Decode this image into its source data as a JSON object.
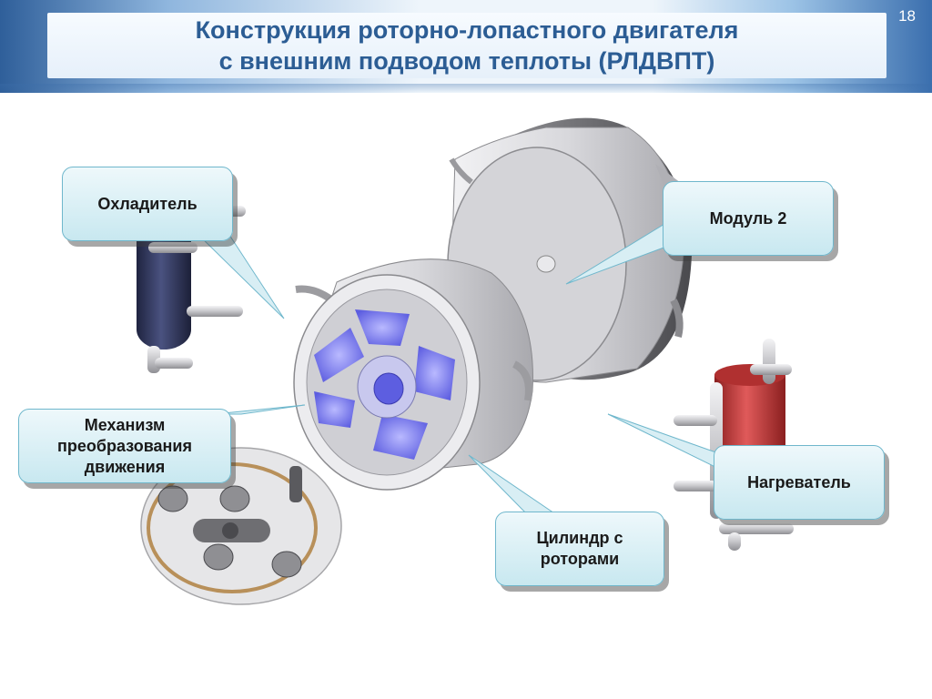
{
  "slide": {
    "title_line1": "Конструкция роторно-лопастного двигателя",
    "title_line2": "с внешним подводом теплоты (РЛДВПТ)",
    "page_number": "18"
  },
  "labels": {
    "cooler": "Охладитель",
    "module2": "Модуль 2",
    "mechanism_line1": "Механизм",
    "mechanism_line2": "преобразования",
    "mechanism_line3": "движения",
    "heater": "Нагреватель",
    "cylinder_line1": "Цилиндр с",
    "cylinder_line2": "роторами"
  },
  "colors": {
    "title_text": "#2c5d94",
    "callout_border": "#6fb7cc",
    "rotor_blue": "#7b7cf0",
    "cooler_body": "#2e3557",
    "heater_body": "#c23a3a",
    "metal": "#d9d9dd"
  }
}
